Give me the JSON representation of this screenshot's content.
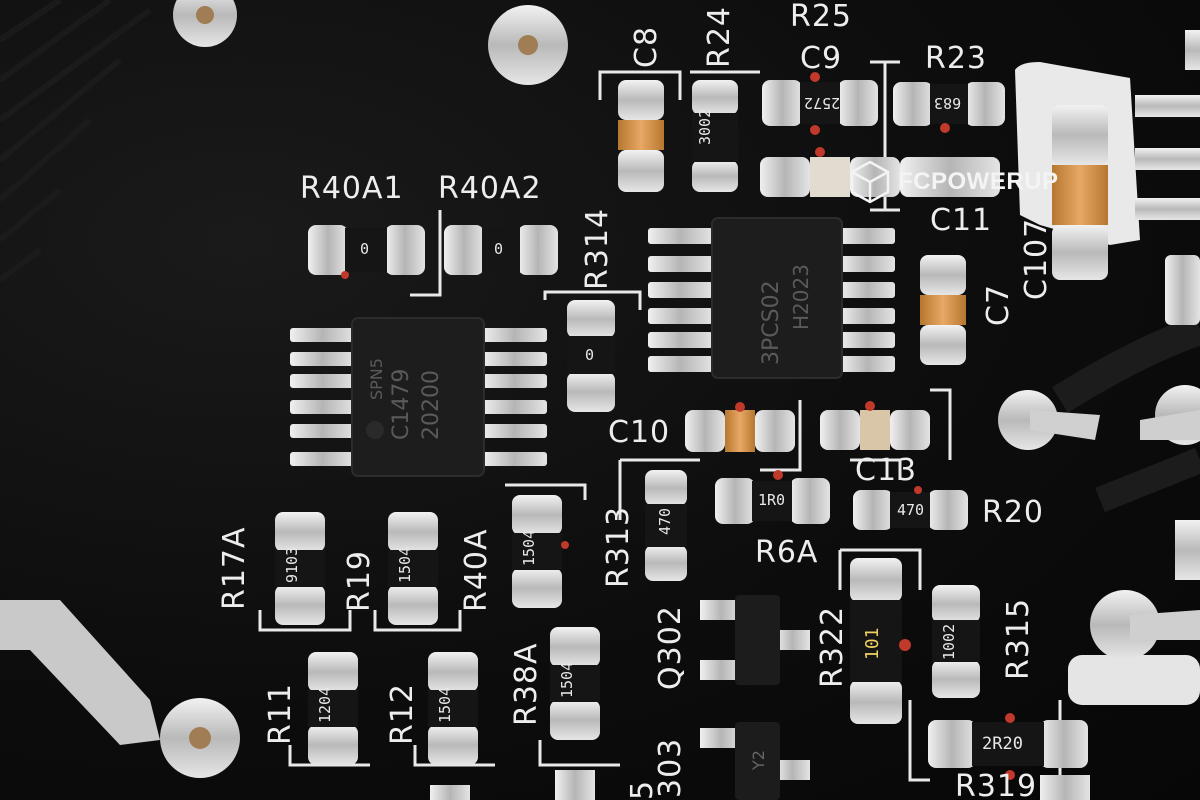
{
  "watermark": {
    "text": "FCPOWERUP",
    "icon": "cube-logo-icon"
  },
  "silkscreen": {
    "C8": "C8",
    "R24": "R24",
    "R25": "R25",
    "C9": "C9",
    "R23": "R23",
    "R40A1": "R40A1",
    "R40A2": "R40A2",
    "R314": "R314",
    "C11": "C11",
    "C107": "C107",
    "C7": "C7",
    "C10": "C10",
    "C13": "C13",
    "R313": "R313",
    "R6A": "R6A",
    "R20": "R20",
    "R17A": "R17A",
    "R19": "R19",
    "R40A": "R40A",
    "Q302": "Q302",
    "R322": "R322",
    "R315": "R315",
    "R38A": "R38A",
    "R11": "R11",
    "R12": "R12",
    "Q303": "303",
    "R319": "R319",
    "p5": "5"
  },
  "component_markings": {
    "r24": "3002",
    "c9": "2572",
    "r23": "683",
    "r40a1": "0",
    "r40a2": "0",
    "r314": "0",
    "r17a": "9103",
    "r19": "1504",
    "r40a": "1504",
    "r313": "470",
    "r6a": "1R0",
    "r20": "470",
    "r322": "101",
    "r315": "1002",
    "r38a": "1504",
    "r11": "1204",
    "r12": "1504",
    "r319": "2R20"
  },
  "chip_markings": {
    "ic1_line1": "SPN5",
    "ic1_line2": "C1479",
    "ic1_line3": "20200",
    "ic2_line1": "3PCS02",
    "ic2_line2": "H2023",
    "q303": "Y2"
  }
}
